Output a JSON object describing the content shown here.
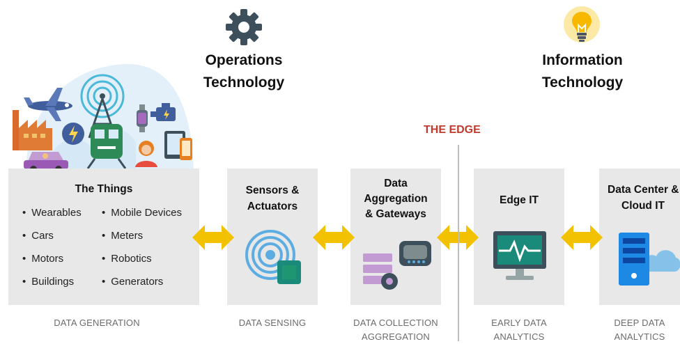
{
  "headers": {
    "ot_line1": "Operations",
    "ot_line2": "Technology",
    "it_line1": "Information",
    "it_line2": "Technology"
  },
  "edge_label": "THE EDGE",
  "panels": {
    "things": {
      "title": "The Things",
      "left_items": [
        "Wearables",
        "Cars",
        "Motors",
        "Buildings"
      ],
      "right_items": [
        "Mobile Devices",
        "Meters",
        "Robotics",
        "Generators"
      ]
    },
    "sensors": {
      "title_line1": "Sensors &",
      "title_line2": "Actuators"
    },
    "aggregation": {
      "title_line1": "Data",
      "title_line2": "Aggregation",
      "title_line3": "& Gateways"
    },
    "edge_it": {
      "title": "Edge IT"
    },
    "datacenter": {
      "title_line1": "Data Center &",
      "title_line2": "Cloud IT"
    }
  },
  "captions": {
    "generation": "DATA GENERATION",
    "sensing": "DATA SENSING",
    "collection_line1": "DATA COLLECTION",
    "collection_line2": "AGGREGATION",
    "early_line1": "EARLY DATA",
    "early_line2": "ANALYTICS",
    "deep_line1": "DEEP DATA",
    "deep_line2": "ANALYTICS"
  },
  "icons": [
    "gear-icon",
    "lightbulb-icon",
    "things-illustration",
    "sensor-chip-icon",
    "gateway-router-icon",
    "monitor-pulse-icon",
    "server-cloud-icon",
    "double-arrow-icon"
  ],
  "colors": {
    "arrow": "#f2c100",
    "edge_label": "#c0392b",
    "panel": "#e8e8e8",
    "teal": "#1a8a7a",
    "server_blue": "#1e88e5",
    "gear": "#3e4f5c",
    "bulb": "#f9b800"
  }
}
